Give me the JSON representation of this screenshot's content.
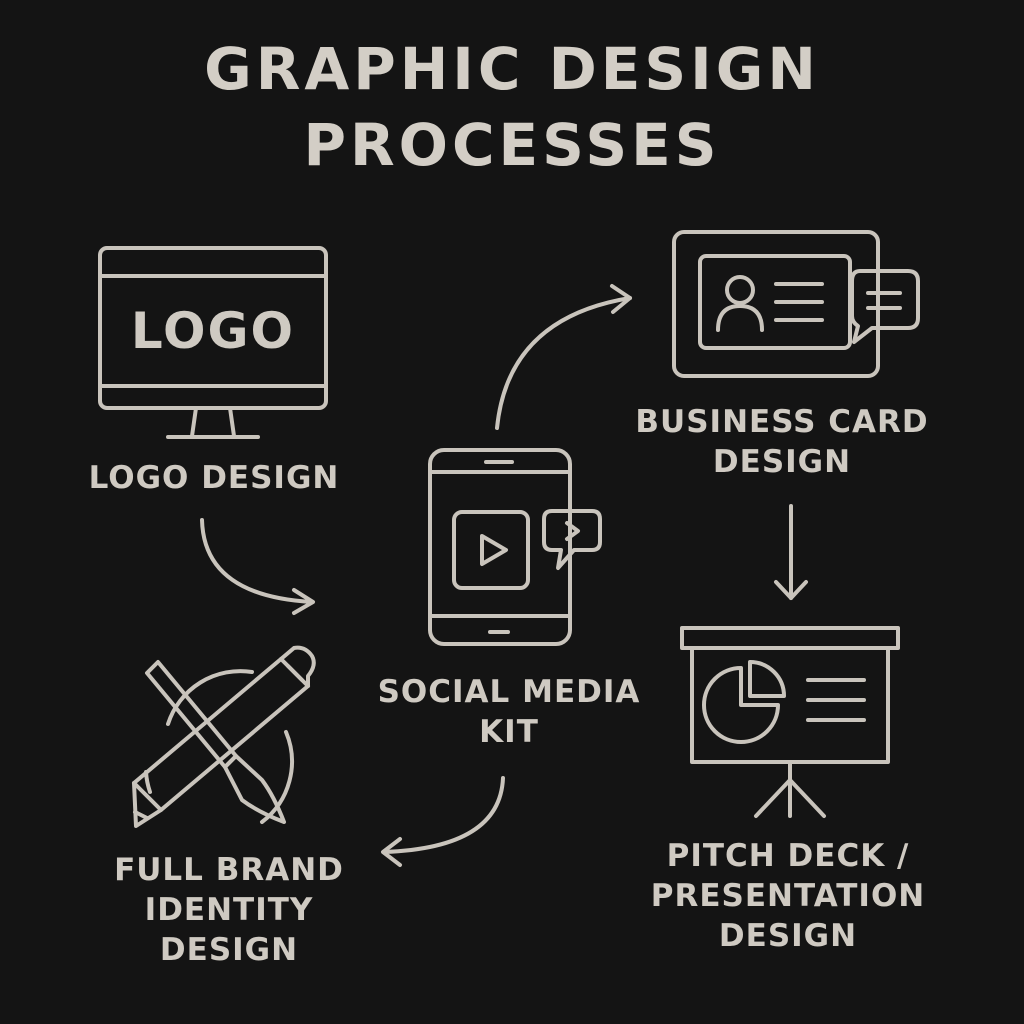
{
  "title": {
    "line1": "GRAPHIC DESIGN",
    "line2": "PROCESSES"
  },
  "steps": {
    "logo_design": {
      "label": "LOGO DESIGN",
      "screen_text": "LOGO",
      "icon": "monitor-icon"
    },
    "business_card": {
      "line1": "BUSINESS CARD",
      "line2": "DESIGN",
      "icon": "business-card-icon"
    },
    "social_media": {
      "line1": "SOCIAL MEDIA",
      "line2": "KIT",
      "icon": "smartphone-icon"
    },
    "pitch_deck": {
      "line1": "PITCH DECK /",
      "line2": "PRESENTATION",
      "line3": "DESIGN",
      "icon": "presentation-board-icon"
    },
    "brand_identity": {
      "line1": "FULL BRAND",
      "line2": "IDENTITY",
      "line3": "DESIGN",
      "icon": "pencil-brush-icon"
    }
  },
  "colors": {
    "background": "#141414",
    "line": "#c9c4bc",
    "text": "#cfcac2"
  }
}
